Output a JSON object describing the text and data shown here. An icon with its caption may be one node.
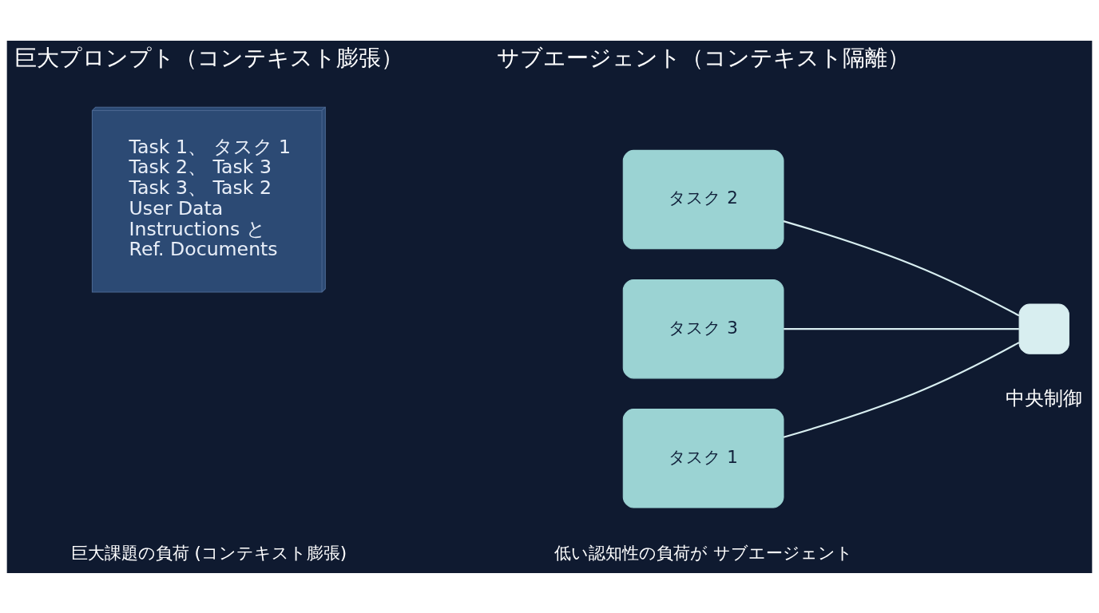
{
  "diagram": {
    "nodes": [
      {
        "text": [
          "Task 1、 タスク 1",
          "Task 2、 Task 3",
          "Task 3、 Task 2",
          "User Data",
          "Instructions と",
          "Ref. Documents"
        ]
      },
      {
        "text": [
          "タスク 1"
        ]
      },
      {
        "text": [
          "タスク 2"
        ]
      },
      {
        "text": [
          "タスク 3"
        ]
      },
      {
        "text": [],
        "shape": "box",
        "beside": [
          "中央制御"
        ]
      }
    ],
    "edges": [
      {
        "from": 1,
        "to": 4,
        "arrow": "none"
      },
      {
        "from": 2,
        "to": 4,
        "arrow": "none"
      },
      {
        "from": 3,
        "to": 4,
        "arrow": "none"
      }
    ],
    "labels": [
      "巨大プロンプト（コンテキスト膨張）",
      "サブエージェント（コンテキスト隔離）",
      "巨大課題の負荷 (コンテキスト膨張)",
      "低い認知性の負荷が サブエージェント"
    ]
  }
}
